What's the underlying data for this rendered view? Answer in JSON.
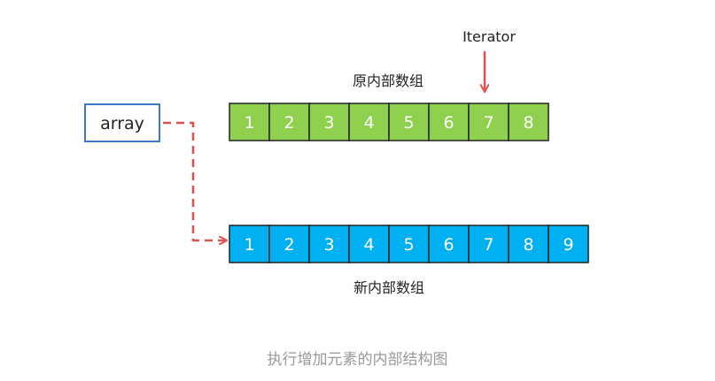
{
  "labels": {
    "pointer": "array",
    "iterator": "Iterator",
    "old_array": "原内部数组",
    "new_array": "新内部数组"
  },
  "old_array": {
    "values": [
      "1",
      "2",
      "3",
      "4",
      "5",
      "6",
      "7",
      "8"
    ],
    "fill_color": "#8fd14f",
    "iterator_index": 6
  },
  "new_array": {
    "values": [
      "1",
      "2",
      "3",
      "4",
      "5",
      "6",
      "7",
      "8",
      "9"
    ],
    "fill_color": "#00b0f0",
    "new_element_index": 8,
    "new_element_text_color": "#e81010"
  },
  "colors": {
    "pointer_border": "#3c78c8",
    "arrow": "#e05050",
    "cell_border": "#222222"
  },
  "caption": "执行增加元素的内部结构图"
}
